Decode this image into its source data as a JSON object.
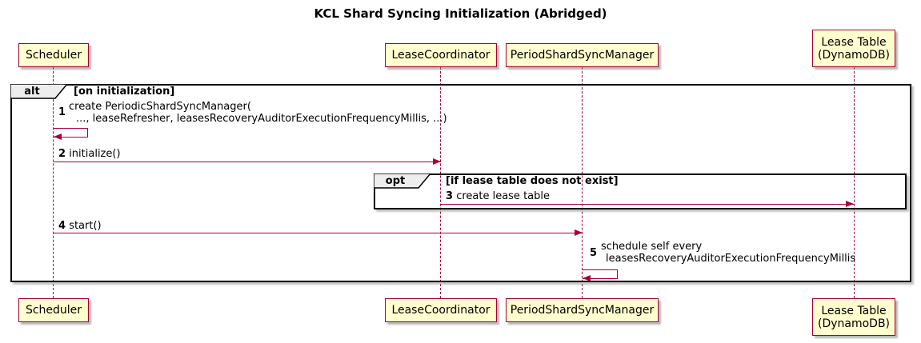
{
  "title": "KCL Shard Syncing Initialization (Abridged)",
  "colors": {
    "background": "#FFFFFF",
    "participant_fill": "#FEFECE",
    "participant_border": "#A80036",
    "arrow": "#A80036",
    "frame_border": "#000000",
    "pentagon_fill": "#EEEEEE"
  },
  "participants": [
    {
      "label": "Scheduler"
    },
    {
      "label": "LeaseCoordinator"
    },
    {
      "label": "PeriodShardSyncManager"
    },
    {
      "label": "Lease Table\n(DynamoDB)"
    }
  ],
  "frames": {
    "alt": {
      "label": "alt",
      "condition": "[on initialization]"
    },
    "opt": {
      "label": "opt",
      "condition": "[if lease table does not exist]"
    }
  },
  "messages": [
    {
      "num": "1",
      "line1": "create PeriodicShardSyncManager(",
      "line2": "..., leaseRefresher, leasesRecoveryAuditorExecutionFrequencyMillis, ...)"
    },
    {
      "num": "2",
      "text": "initialize()"
    },
    {
      "num": "3",
      "text": "create lease table"
    },
    {
      "num": "4",
      "text": "start()"
    },
    {
      "num": "5",
      "line1": "schedule self every",
      "line2": "leasesRecoveryAuditorExecutionFrequencyMillis"
    }
  ]
}
